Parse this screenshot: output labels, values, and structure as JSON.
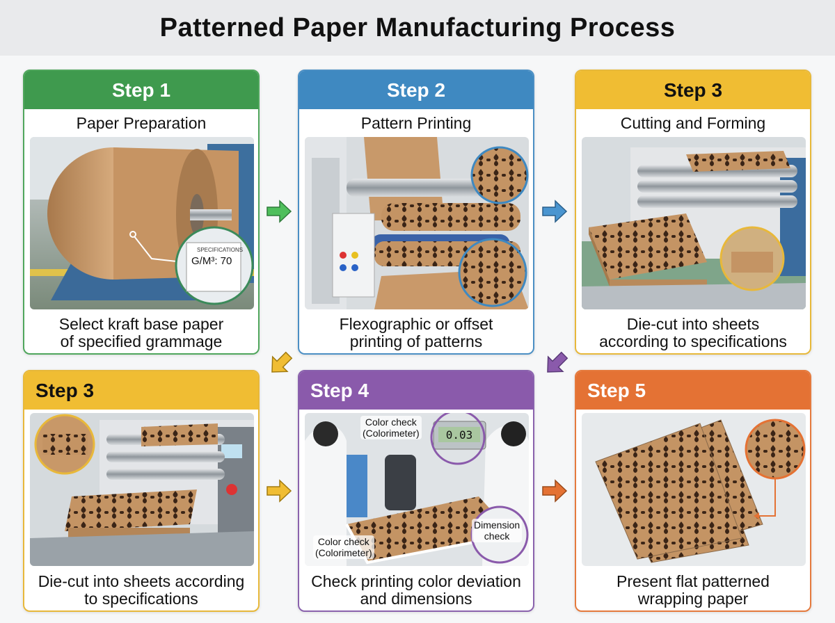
{
  "title": "Patterned Paper Manufacturing Process",
  "cards": [
    {
      "step": "Step 1",
      "heading": "Paper Preparation",
      "caption1": "Select kraft base paper",
      "caption2": "of specified grammage",
      "label_title": "SPECIFICATIONS",
      "label_value": "G/M³: 70"
    },
    {
      "step": "Step 2",
      "heading": "Pattern Printing",
      "caption1": "Flexographic or offset",
      "caption2": "printing of patterns"
    },
    {
      "step": "Step 3",
      "heading": "Cutting and Forming",
      "caption1": "Die-cut into sheets",
      "caption2": "according to specifications"
    },
    {
      "step": "Step 3",
      "caption1": "Die-cut into sheets according",
      "caption2": "to specifications"
    },
    {
      "step": "Step 4",
      "caption1": "Check printing color deviation",
      "caption2": "and dimensions",
      "overlay_top": [
        "Color check",
        "(Colorimeter)"
      ],
      "overlay_bottom": [
        "Color check",
        "(Colorimeter)"
      ],
      "overlay_dim": [
        "Dimension",
        "check"
      ],
      "meter": "0.03"
    },
    {
      "step": "Step 5",
      "caption1": "Present flat patterned",
      "caption2": "wrapping paper"
    }
  ],
  "colors": {
    "green": "#3f9a4e",
    "blue": "#3f89c1",
    "yellow": "#f0bd33",
    "purple": "#8a5aab",
    "orange": "#e47234",
    "kraft": "#c79a6a"
  }
}
